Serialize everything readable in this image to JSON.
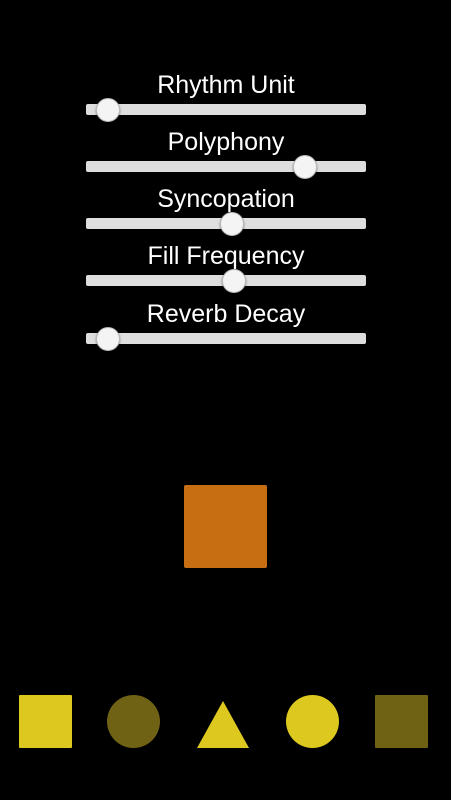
{
  "sliders": [
    {
      "label": "Rhythm Unit",
      "value": 0.04
    },
    {
      "label": "Polyphony",
      "value": 0.81
    },
    {
      "label": "Syncopation",
      "value": 0.525
    },
    {
      "label": "Fill Frequency",
      "value": 0.53
    },
    {
      "label": "Reverb Decay",
      "value": 0.04
    }
  ],
  "center_square": {
    "color": "#c76e12"
  },
  "palette": [
    {
      "shape": "square",
      "icon": "square-icon",
      "color": "#ddc81f"
    },
    {
      "shape": "circle",
      "icon": "circle-icon",
      "color": "#706214"
    },
    {
      "shape": "triangle",
      "icon": "triangle-icon",
      "color": "#ddc81f"
    },
    {
      "shape": "circle",
      "icon": "circle-icon",
      "color": "#ddc81f"
    },
    {
      "shape": "square",
      "icon": "square-icon",
      "color": "#706214"
    }
  ]
}
